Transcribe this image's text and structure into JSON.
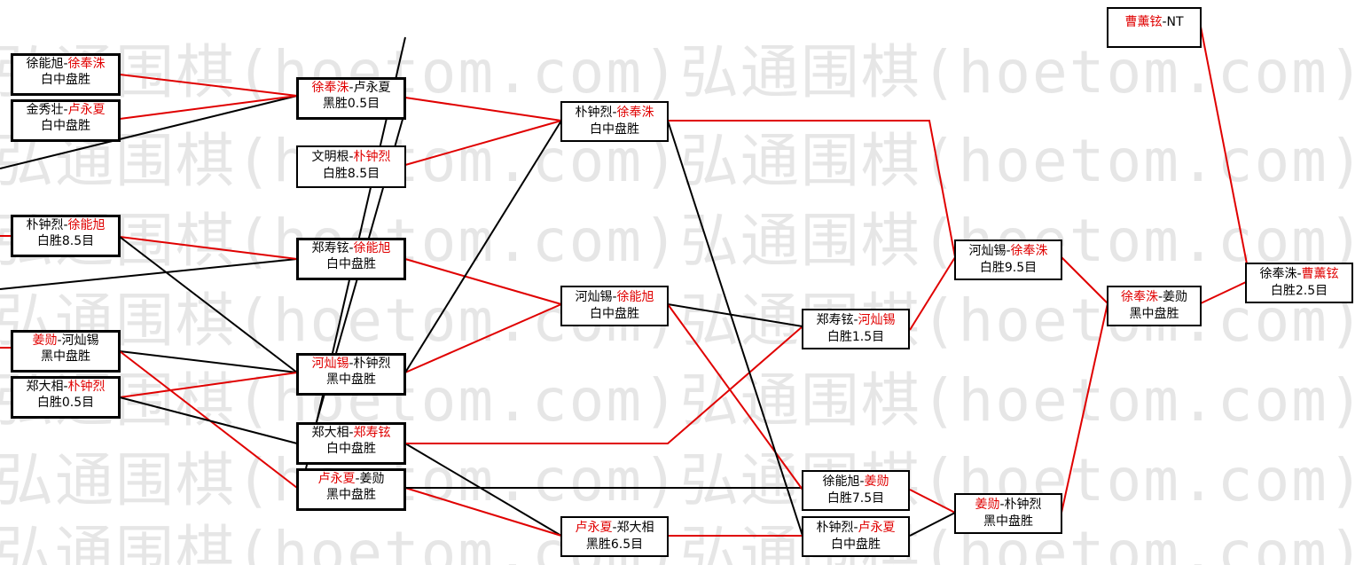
{
  "watermark": "弘通围棋(hoetom.com)弘通围棋(hoetom.com)弘通围棋(hoetom.com)",
  "colors": {
    "winner": "#e00000",
    "text": "#000000",
    "watermark": "#e6e6e6"
  },
  "matches": {
    "r1_m1": {
      "p1": "徐能旭",
      "sep": "-",
      "p2": "徐奉洙",
      "winner": 2,
      "result": "白中盘胜"
    },
    "r1_m2": {
      "p1": "金秀壮",
      "sep": "-",
      "p2": "卢永夏",
      "winner": 2,
      "result": "白中盘胜"
    },
    "r1_m3": {
      "p1": "朴钟烈",
      "sep": "-",
      "p2": "徐能旭",
      "winner": 2,
      "result": "白胜8.5目"
    },
    "r1_m4": {
      "p1": "姜勋",
      "sep": "-",
      "p2": "河灿锡",
      "winner": 1,
      "result": "黑中盘胜"
    },
    "r1_m5": {
      "p1": "郑大相",
      "sep": "-",
      "p2": "朴钟烈",
      "winner": 2,
      "result": "白胜0.5目"
    },
    "r2_m1": {
      "p1": "徐奉洙",
      "sep": "-",
      "p2": "卢永夏",
      "winner": 1,
      "result": "黑胜0.5目"
    },
    "r2_m2": {
      "p1": "文明根",
      "sep": "-",
      "p2": "朴钟烈",
      "winner": 2,
      "result": "白胜8.5目"
    },
    "r2_m3": {
      "p1": "郑寿铉",
      "sep": "-",
      "p2": "徐能旭",
      "winner": 2,
      "result": "白中盘胜"
    },
    "r2_m4": {
      "p1": "河灿锡",
      "sep": "-",
      "p2": "朴钟烈",
      "winner": 1,
      "result": "黑中盘胜"
    },
    "r2_m5": {
      "p1": "郑大相",
      "sep": "-",
      "p2": "郑寿铉",
      "winner": 2,
      "result": "白中盘胜"
    },
    "r2_m6": {
      "p1": "卢永夏",
      "sep": "-",
      "p2": "姜勋",
      "winner": 1,
      "result": "黑中盘胜"
    },
    "r3_m1": {
      "p1": "朴钟烈",
      "sep": "-",
      "p2": "徐奉洙",
      "winner": 2,
      "result": "白中盘胜"
    },
    "r3_m2": {
      "p1": "河灿锡",
      "sep": "-",
      "p2": "徐能旭",
      "winner": 2,
      "result": "白中盘胜"
    },
    "r3_m3": {
      "p1": "卢永夏",
      "sep": "-",
      "p2": "郑大相",
      "winner": 1,
      "result": "黑胜6.5目"
    },
    "r4_m1": {
      "p1": "郑寿铉",
      "sep": "-",
      "p2": "河灿锡",
      "winner": 2,
      "result": "白胜1.5目"
    },
    "r4_m2": {
      "p1": "徐能旭",
      "sep": "-",
      "p2": "姜勋",
      "winner": 2,
      "result": "白胜7.5目"
    },
    "r4_m3": {
      "p1": "朴钟烈",
      "sep": "-",
      "p2": "卢永夏",
      "winner": 2,
      "result": "白中盘胜"
    },
    "r5_m1": {
      "p1": "河灿锡",
      "sep": "-",
      "p2": "徐奉洙",
      "winner": 2,
      "result": "白胜9.5目"
    },
    "r5_m2": {
      "p1": "姜勋",
      "sep": "-",
      "p2": "朴钟烈",
      "winner": 1,
      "result": "黑中盘胜"
    },
    "r6_m1": {
      "p1": "徐奉洙",
      "sep": "-",
      "p2": "姜勋",
      "winner": 1,
      "result": "黑中盘胜"
    },
    "top_seed": {
      "p1": "曹薰铉",
      "sep": "-",
      "p2": "NT",
      "winner": 1,
      "result": ""
    },
    "final": {
      "p1": "徐奉洙",
      "sep": "-",
      "p2": "曹薰铉",
      "winner": 2,
      "result": "白胜2.5目"
    }
  }
}
